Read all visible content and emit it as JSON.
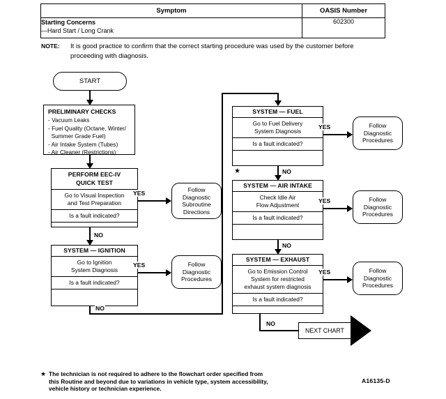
{
  "table": {
    "headers": [
      "Symptom",
      "OASIS Number"
    ],
    "row": {
      "symptom_title": "Starting Concerns",
      "symptom_detail": "—Hard Start / Long Crank",
      "oasis_number": "602300"
    }
  },
  "note": {
    "label": "NOTE:",
    "text": "It is good practice to confirm that the correct starting procedure was used by the customer before proceeding with diagnosis."
  },
  "flowchart": {
    "start": {
      "label": "START"
    },
    "preliminary_checks": {
      "title": "PRELIMINARY CHECKS",
      "items": [
        "- Vacuum Leaks",
        "- Fuel Quality (Octane, Winter/",
        "  Summer Grade Fuel)",
        "- Air Intake System (Tubes)",
        "- Air Cleaner (Restrictions)"
      ]
    },
    "quick_test": {
      "header": "PERFORM EEC-IV",
      "header2": "QUICK TEST",
      "action_line1": "Go to Visual Inspection",
      "action_line2": "and Test Preparation",
      "question": "Is a fault indicated?",
      "yes_label": "YES",
      "no_label": "NO"
    },
    "ignition": {
      "header": "SYSTEM — IGNITION",
      "action_line1": "Go to Ignition",
      "action_line2": "System Diagnosis",
      "question": "Is a fault indicated?",
      "yes_label": "YES",
      "no_label": "NO"
    },
    "fuel": {
      "header": "SYSTEM — FUEL",
      "action_line1": "Go to Fuel Delivery",
      "action_line2": "System Diagnosis",
      "question": "Is a fault indicated?",
      "yes_label": "YES",
      "no_label": "NO"
    },
    "air_intake": {
      "header": "SYSTEM — AIR INTAKE",
      "action_line1": "Check Idle Air",
      "action_line2": "Flow Adjustment",
      "question": "Is a fault indicated?",
      "yes_label": "YES",
      "no_label": "NO",
      "star": "★"
    },
    "exhaust": {
      "header": "SYSTEM — EXHAUST",
      "action_line1": "Go to Emission Control",
      "action_line2": "System for restricted",
      "action_line3": "exhaust system diagnosis",
      "question": "Is a fault indicated?",
      "yes_label": "YES",
      "no_label": "NO"
    },
    "terminals": {
      "subroutine": {
        "l1": "Follow",
        "l2": "Diagnostic",
        "l3": "Subroutine",
        "l4": "Directions"
      },
      "procedures_1": {
        "l1": "Follow",
        "l2": "Diagnostic",
        "l3": "Procedures"
      },
      "procedures_2": {
        "l1": "Follow",
        "l2": "Diagnostic",
        "l3": "Procedures"
      },
      "procedures_3": {
        "l1": "Follow",
        "l2": "Diagnostic",
        "l3": "Procedures"
      },
      "procedures_4": {
        "l1": "Follow",
        "l2": "Diagnostic",
        "l3": "Procedures"
      }
    },
    "next_chart": {
      "label": "NEXT CHART"
    }
  },
  "footnote": {
    "star": "★",
    "line1": "The technician is not required to adhere to the flowchart order specified from",
    "line2": "this Routine and beyond due to variations in vehicle type, system accessibility,",
    "line3": "vehicle history or technician experience."
  },
  "figure_code": "A16135-D"
}
